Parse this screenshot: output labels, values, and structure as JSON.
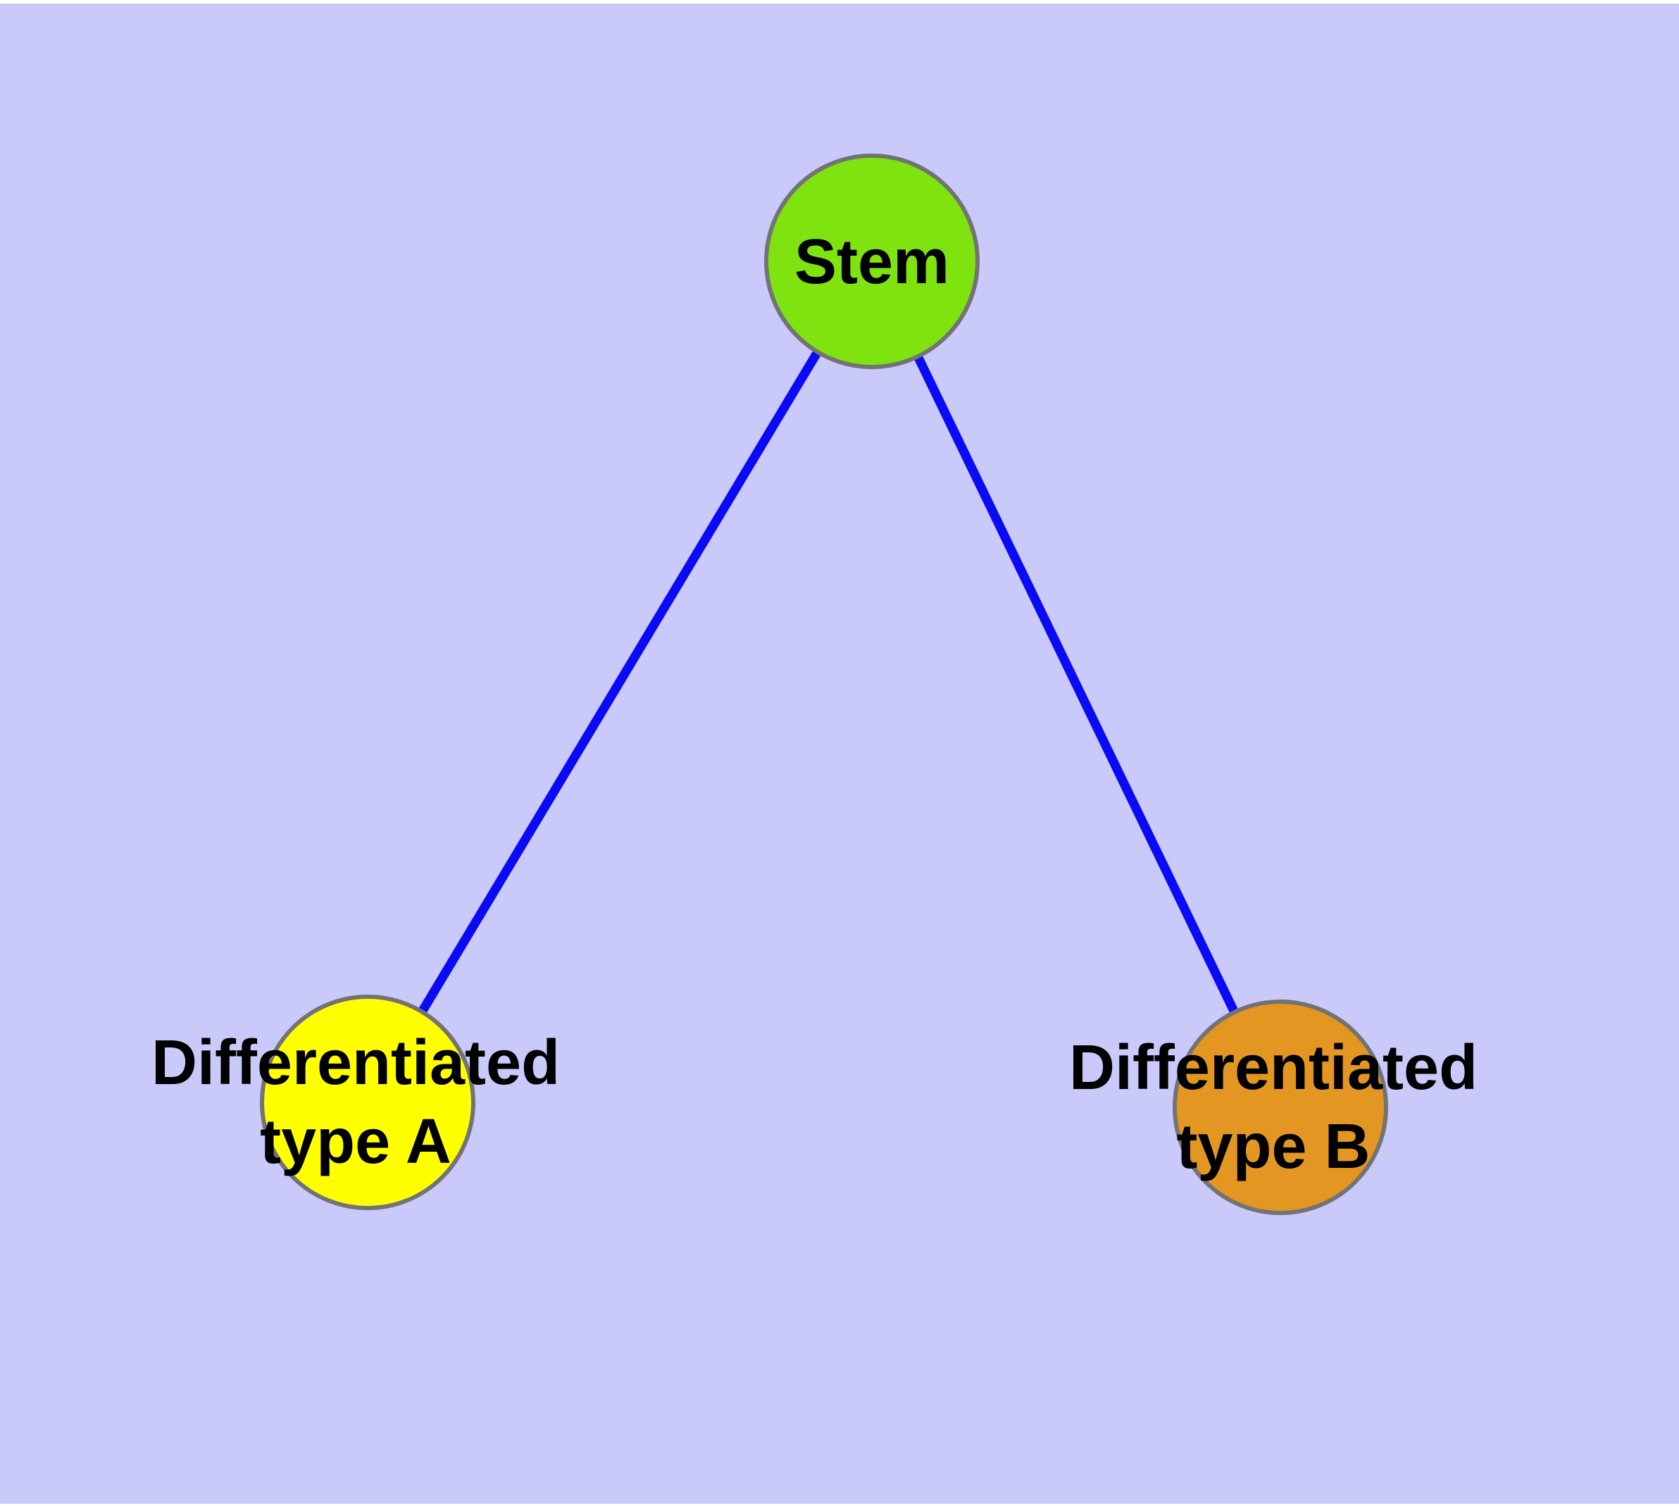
{
  "figure": {
    "background_color": "#c9c9fa",
    "margin_color": "#ffffff"
  },
  "graph": {
    "label_color": "#000000",
    "nodes": [
      {
        "id": "stem",
        "label": "Stem",
        "fill_color": "#7ee30f",
        "border_color": "#737373"
      },
      {
        "id": "differentiated-type-a",
        "label": "Differentiated type A",
        "label_line1": "Differentiated",
        "label_line2": "type A",
        "fill_color": "#ffff00",
        "border_color": "#737373"
      },
      {
        "id": "differentiated-type-b",
        "label": "Differentiated type B",
        "label_line1": "Differentiated",
        "label_line2": "type B",
        "fill_color": "#e49622",
        "border_color": "#737373"
      }
    ],
    "edges": [
      {
        "from": "Stem",
        "to": "Differentiated type A",
        "color": "#0a0af5"
      },
      {
        "from": "Stem",
        "to": "Differentiated type B",
        "color": "#0a0af5"
      }
    ]
  }
}
